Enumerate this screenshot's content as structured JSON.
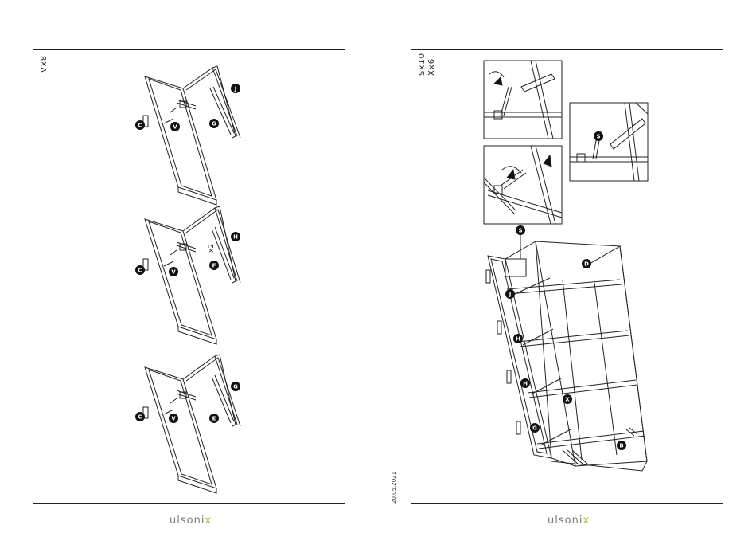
{
  "left_page": {
    "step_label": "Vx8",
    "brand": {
      "name": "ulsoni",
      "accent": "x"
    },
    "figures": [
      {
        "labels": [
          "C",
          "V",
          "G",
          "J"
        ]
      },
      {
        "labels": [
          "C",
          "V",
          "F",
          "H"
        ],
        "quantity": "x2"
      },
      {
        "labels": [
          "C",
          "V",
          "E",
          "G"
        ]
      }
    ]
  },
  "right_page": {
    "step_label_1": "Sx10",
    "step_label_2": "Xx6",
    "date": "20.05.2021",
    "brand": {
      "name": "ulsoni",
      "accent": "x"
    },
    "callout_label": "S",
    "detail_label": "S",
    "part_labels": [
      "D",
      "J",
      "H",
      "H",
      "G",
      "X",
      "B"
    ]
  },
  "colors": {
    "line": "#222222",
    "brand_gray": "#7a7a7a",
    "brand_accent": "#9bc21b",
    "fold": "#9a9a9a"
  }
}
